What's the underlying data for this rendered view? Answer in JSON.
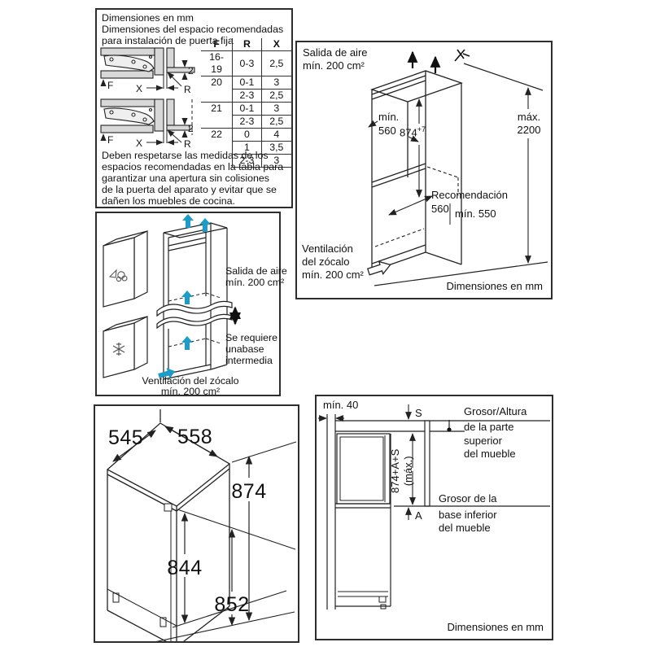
{
  "colors": {
    "accent_blue": "#1d9bc9",
    "line": "#222222",
    "gray_fill": "#d8d8d8"
  },
  "hinge_panel": {
    "title_line1": "Dimensiones en mm",
    "title_line2": "Dimensiones del espacio recomendadas",
    "title_line3": "para instalación de puerta fija",
    "diagram_labels": {
      "f": "F",
      "x": "X",
      "r": "R",
      "two": "2"
    },
    "table": {
      "headers": [
        "F",
        "R",
        "X"
      ],
      "rows": [
        [
          "16-19",
          "0-3",
          "2,5"
        ],
        [
          "20",
          "0-1",
          "3"
        ],
        [
          "",
          "2-3",
          "2,5"
        ],
        [
          "21",
          "0-1",
          "3"
        ],
        [
          "",
          "2-3",
          "2,5"
        ],
        [
          "22",
          "0",
          "4"
        ],
        [
          "",
          "1",
          "3,5"
        ],
        [
          "",
          "2-3",
          "3"
        ]
      ]
    },
    "note_lines": [
      "Deben respetarse las medidas de los",
      "espacios recomendadas en la tabla para",
      "garantizar una apertura sin colisiones",
      "de la puerta del aparato y evitar que se",
      "dañen los muebles de cocina."
    ]
  },
  "niche_panel": {
    "air_outlet_line1": "Salida de aire",
    "air_outlet_line2": "mín. 200 cm²",
    "min560_line1": "mín.",
    "min560_line2": "560",
    "height_base": "874",
    "height_sup": "+7",
    "max_line1": "máx.",
    "max_line2": "2200",
    "recommendation": "Recomendación",
    "recommendation_value": "560",
    "min_550": "mín. 550",
    "plinth_line1": "Ventilación",
    "plinth_line2": "del zócalo",
    "plinth_line3": "mín. 200 cm²",
    "dimensions_note": "Dimensiones en mm"
  },
  "stack_panel": {
    "air_outlet_line1": "Salida de aire",
    "air_outlet_line2": "mín. 200 cm²",
    "base_line1": "Se requiere",
    "base_line2": "unabase",
    "base_line3": "intermedia",
    "plinth_line1": "Ventilación del zócalo",
    "plinth_line2": "mín. 200 cm²"
  },
  "appliance_panel": {
    "depth": "545",
    "width": "558",
    "height_total": "874",
    "door_height": "844",
    "niche_height": "852"
  },
  "section_panel": {
    "min_40": "mín. 40",
    "s_label": "S",
    "a_label": "A",
    "formula_line1": "874+A+S",
    "formula_line2": "(máx.)",
    "top_note_line1": "Grosor/Altura",
    "top_note_line2": "de la parte",
    "top_note_line3": "superior",
    "top_note_line4": "del mueble",
    "bottom_note_line1": "Grosor de la",
    "bottom_note_line2": "base inferior",
    "bottom_note_line3": "del mueble",
    "dimensions_note": "Dimensiones en mm"
  }
}
